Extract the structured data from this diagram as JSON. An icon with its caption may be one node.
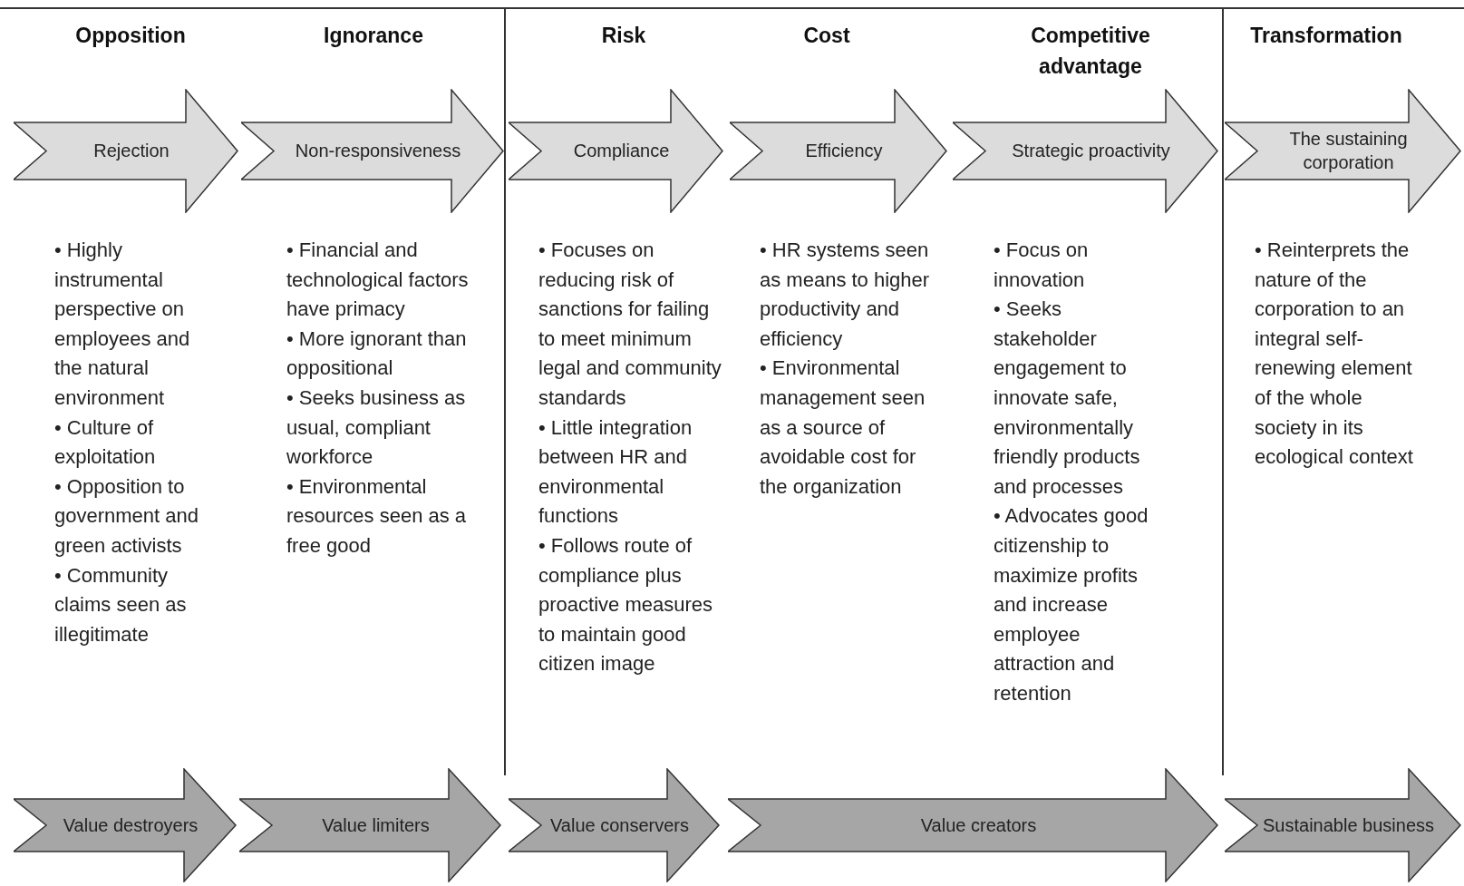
{
  "diagram": {
    "nodes": [
      {
        "text": [
          "Rejection"
        ],
        "beside": [
          "Opposition",
          "• Highly instrumental perspective on employees and the natural environment",
          "• Culture of exploitation",
          "• Opposition to government and green activists",
          "• Community claims seen as illegitimate"
        ]
      },
      {
        "text": [
          "Non-responsiveness"
        ],
        "beside": [
          "Ignorance",
          "• Financial and technological factors have primacy",
          "• More ignorant than oppositional",
          "• Seeks business as usual, compliant workforce",
          "• Environmental resources seen as a free good"
        ]
      },
      {
        "text": [
          "Compliance"
        ],
        "beside": [
          "Risk",
          "• Focuses on reducing risk of sanctions for failing to meet minimum legal and community standards",
          "• Little integration between HR and environmental functions",
          "• Follows route of compliance plus proactive measures to maintain good citizen image"
        ]
      },
      {
        "text": [
          "Efficiency"
        ],
        "beside": [
          "Cost",
          "• HR systems seen as means to higher productivity and efficiency",
          "• Environmental management seen as a source of avoidable cost for the organization"
        ]
      },
      {
        "text": [
          "Strategic proactivity"
        ],
        "beside": [
          "Competitive advantage",
          "• Focus on innovation",
          "• Seeks stakeholder engagement to innovate safe, environmentally friendly products and processes",
          "• Advocates good citizenship to maximize profits and increase employee attraction and retention"
        ]
      },
      {
        "text": [
          "The sustaining corporation"
        ],
        "beside": [
          "Transformation",
          "• Reinterprets the nature of the corporation to an integral self-renewing element of the whole society in its ecological context"
        ]
      },
      {
        "text": [
          "Value destroyers"
        ]
      },
      {
        "text": [
          "Value limiters"
        ]
      },
      {
        "text": [
          "Value conservers"
        ]
      },
      {
        "text": [
          "Value creators"
        ]
      },
      {
        "text": [
          "Sustainable business"
        ]
      }
    ],
    "edges": []
  }
}
